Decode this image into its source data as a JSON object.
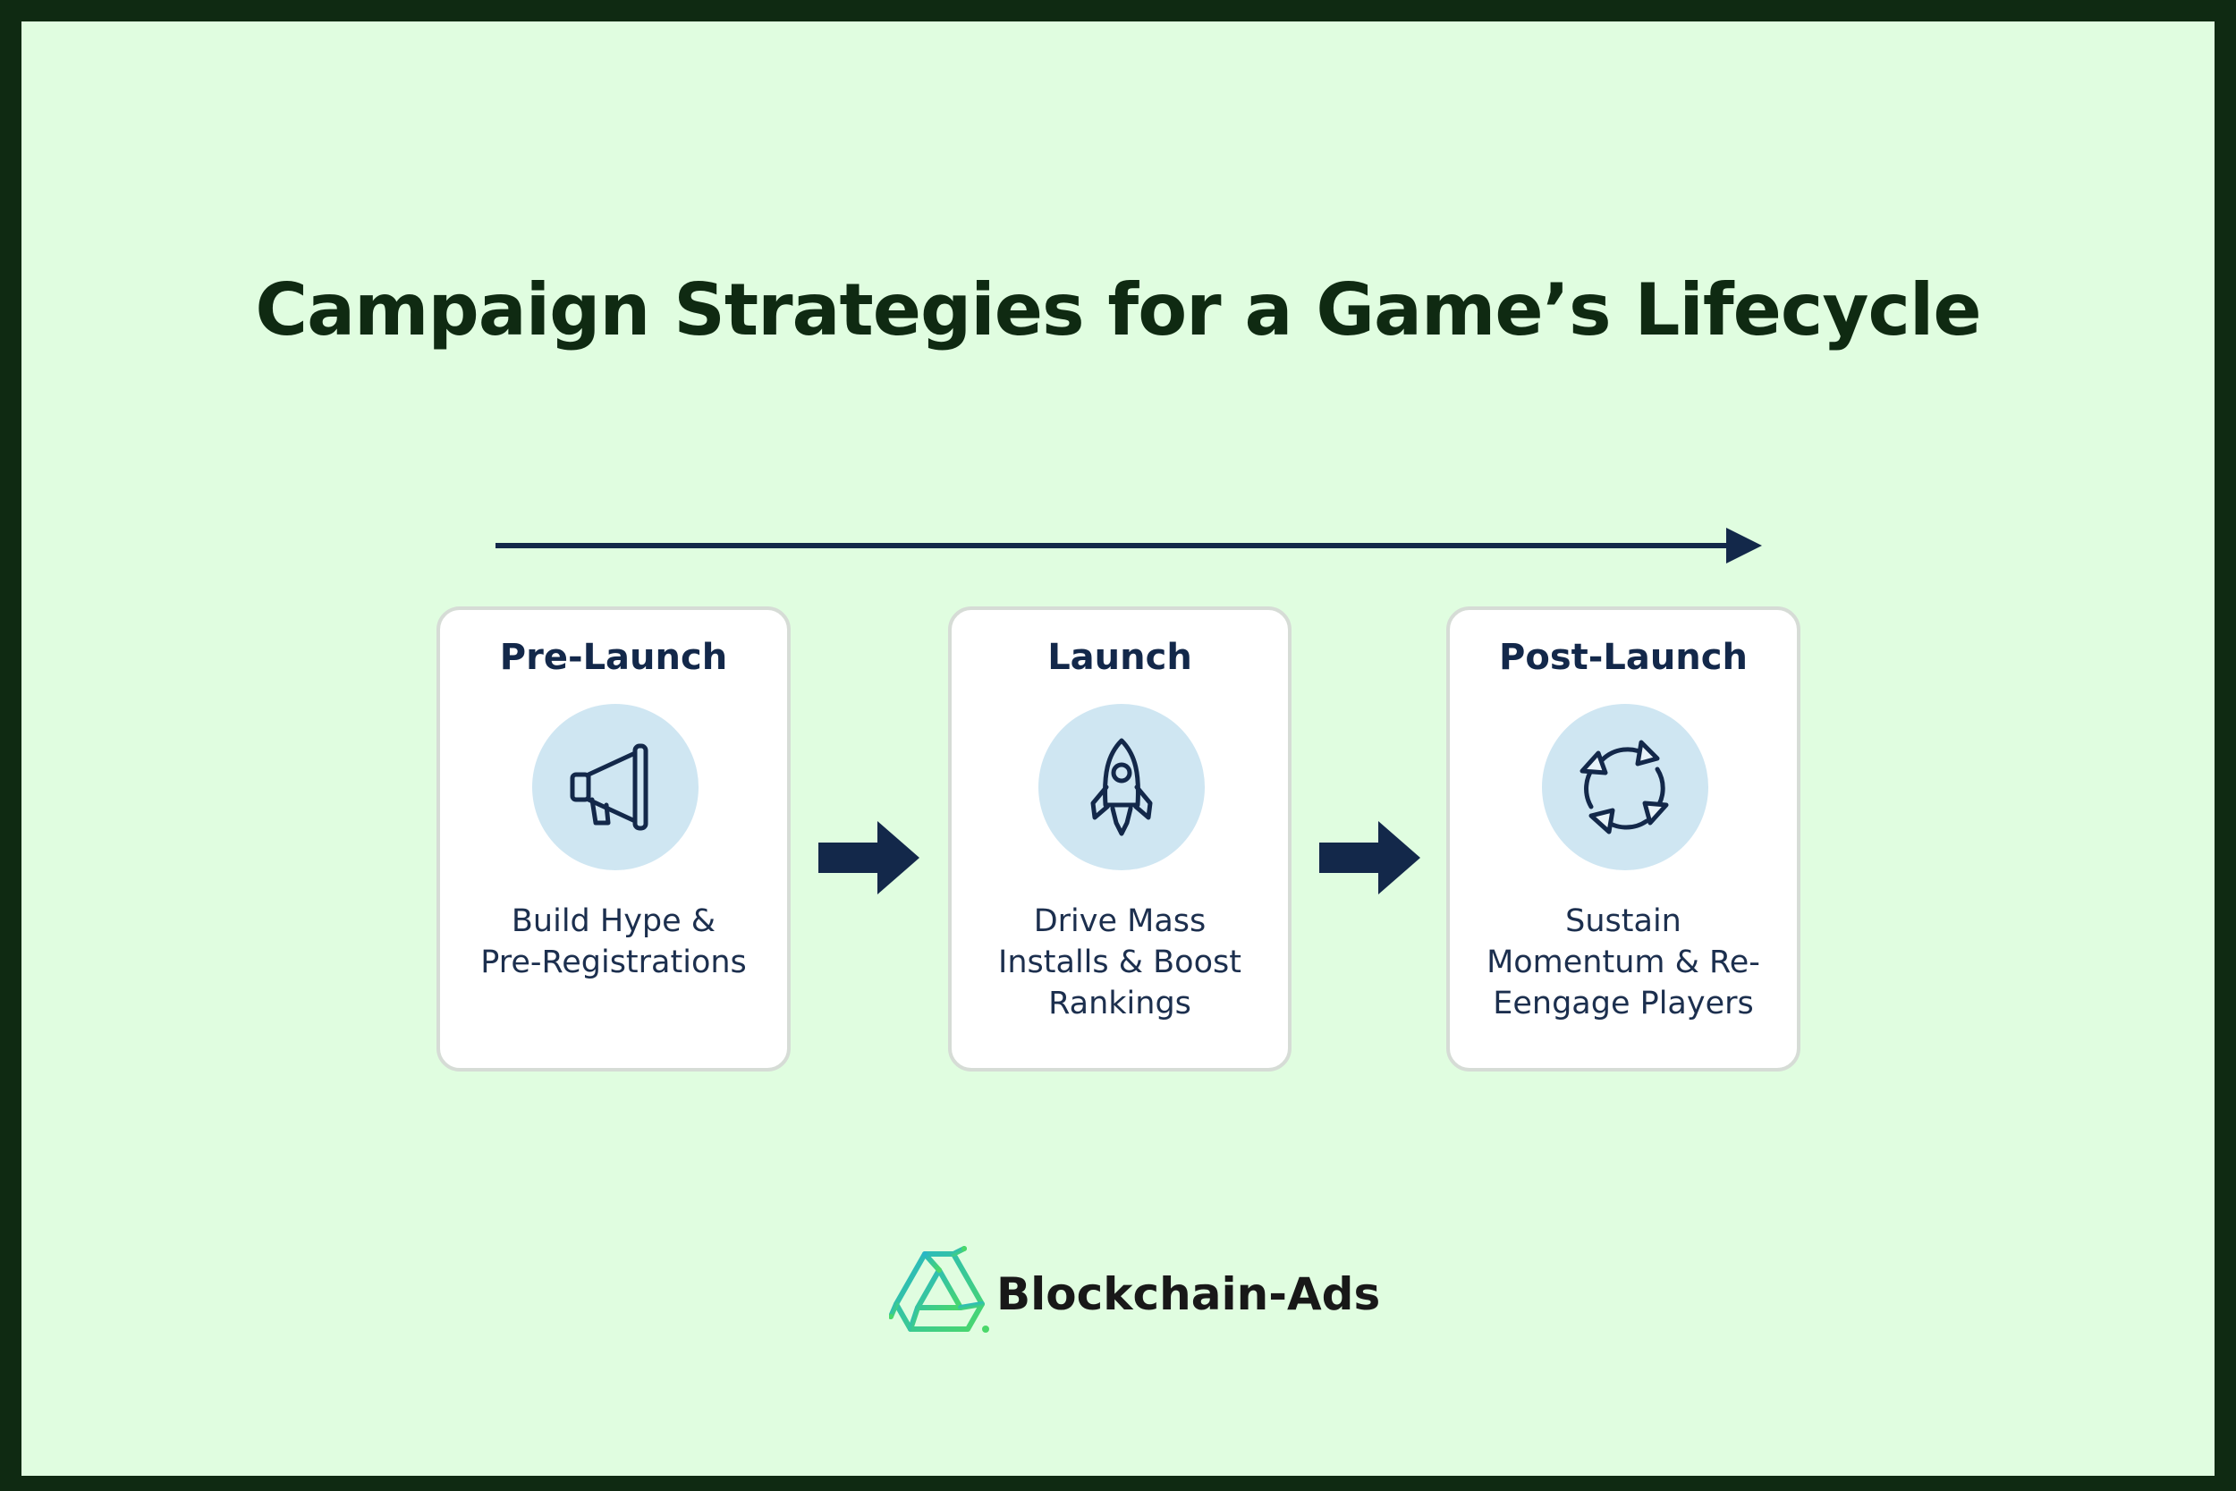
{
  "title": "Campaign Strategies for a Game’s Lifecycle",
  "colors": {
    "background": "#e0fde0",
    "border": "#0f2a12",
    "navy": "#13284a",
    "icon_circle": "#cfe6f2",
    "brand_teal": "#2fc4a8",
    "brand_green": "#4ad86a"
  },
  "stages": [
    {
      "title": "Pre-Launch",
      "icon": "megaphone-icon",
      "description_lines": [
        "Build Hype &",
        "Pre-Registrations"
      ]
    },
    {
      "title": "Launch",
      "icon": "rocket-icon",
      "description_lines": [
        "Drive Mass",
        "Installs & Boost",
        "Rankings"
      ]
    },
    {
      "title": "Post-Launch",
      "icon": "cycle-arrows-icon",
      "description_lines": [
        "Sustain",
        "Momentum & Re-",
        "Eengage Players"
      ]
    }
  ],
  "brand": {
    "name": "Blockchain-Ads",
    "logo_icon": "blockchain-ads-logo-icon"
  }
}
